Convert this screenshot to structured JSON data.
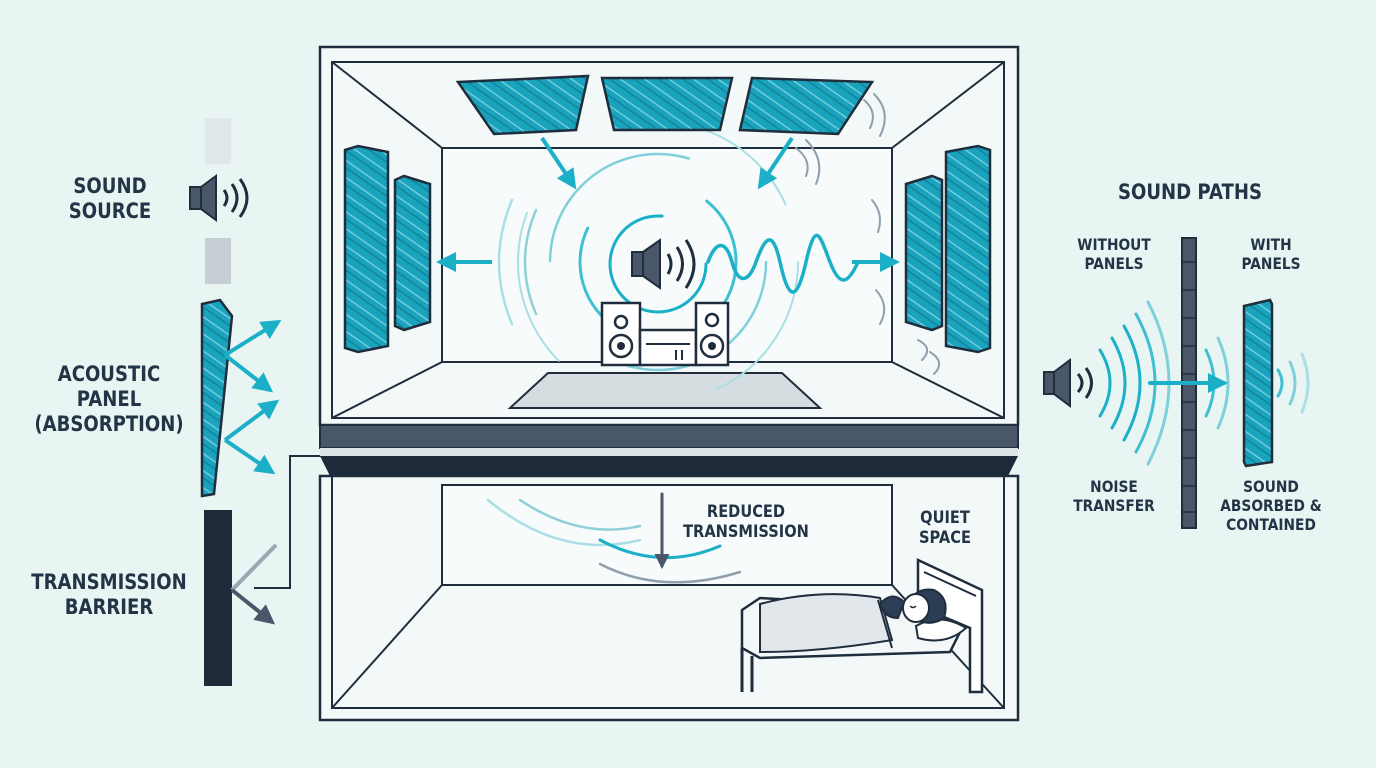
{
  "legend": {
    "sound_source": [
      "SOUND",
      "SOURCE"
    ],
    "acoustic_panel": [
      "ACOUSTIC",
      "PANEL",
      "(ABSORPTION)"
    ],
    "transmission_barrier": [
      "TRANSMISSION",
      "BARRIER"
    ]
  },
  "room": {
    "reduced_transmission": [
      "REDUCED",
      "TRANSMISSION"
    ],
    "quiet_space": [
      "QUIET",
      "SPACE"
    ]
  },
  "sound_paths": {
    "title": "SOUND PATHS",
    "without_panels": [
      "WITHOUT",
      "PANELS"
    ],
    "with_panels": [
      "WITH",
      "PANELS"
    ],
    "noise_transfer": [
      "NOISE",
      "TRANSFER"
    ],
    "absorbed_contained": [
      "SOUND",
      "ABSORBED &",
      "CONTAINED"
    ]
  },
  "colors": {
    "background": "#e9f5f3",
    "outline": "#1f2d3d",
    "panel": "#1aa3bd",
    "accent_arrow": "#1bb0c8",
    "slab": "#4a5768",
    "barrier": "#1e2a3a",
    "wave_light": "#8fd0d8"
  },
  "icons": {
    "speaker": "speaker-icon",
    "stereo": "stereo-system-icon",
    "bed": "bed-icon",
    "person": "sleeping-person-icon"
  }
}
